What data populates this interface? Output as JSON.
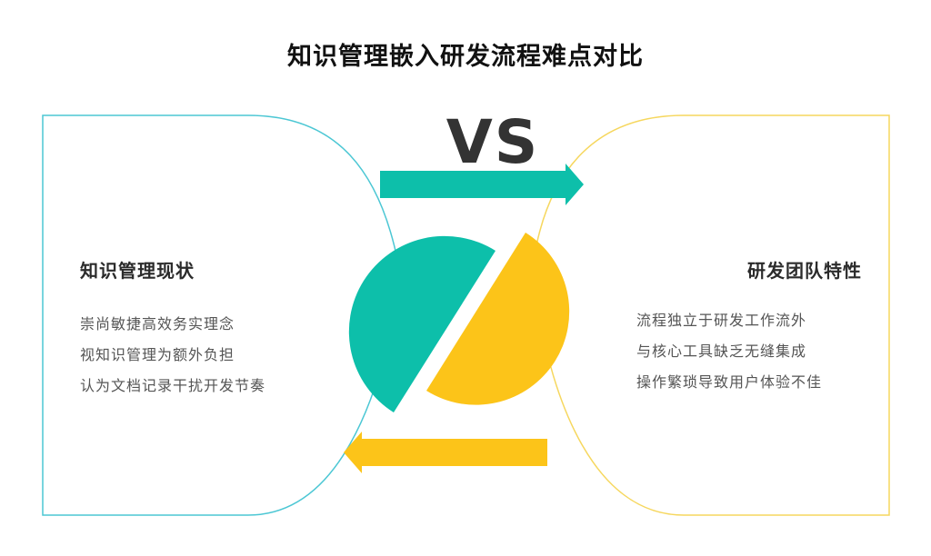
{
  "title": "知识管理嵌入研发流程难点对比",
  "vs_label": "VS",
  "left_panel": {
    "heading": "知识管理现状",
    "items": [
      "崇尚敏捷高效务实理念",
      "视知识管理为额外负担",
      "认为文档记录干扰开发节奏"
    ]
  },
  "right_panel": {
    "heading": "研发团队特性",
    "items": [
      "流程独立于研发工作流外",
      "与核心工具缺乏无缝集成",
      "操作繁琐导致用户体验不佳"
    ]
  },
  "colors": {
    "teal": "#0dbfaa",
    "teal_outline": "#4cc7d4",
    "yellow": "#fcc419",
    "yellow_outline": "#f6d75e",
    "title": "#111111",
    "text": "#555555"
  }
}
